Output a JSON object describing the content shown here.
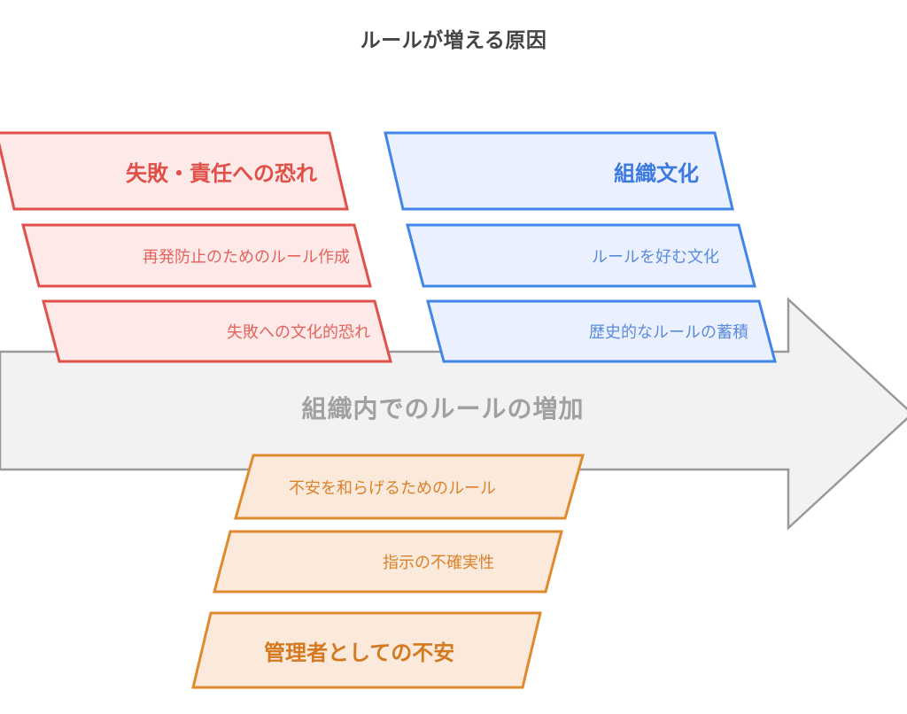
{
  "title": "ルールが増える原因",
  "arrow": {
    "label": "組織内でのルールの増加",
    "fill": "#f2f2f2",
    "stroke": "#999999"
  },
  "groups": [
    {
      "name": "fear",
      "accent": "#e0514b",
      "fill": "#fde9e7",
      "items": [
        {
          "label": "失敗・責任への恐れ",
          "emphasis": "head"
        },
        {
          "label": "再発防止のためのルール作成",
          "emphasis": "sub"
        },
        {
          "label": "失敗への文化的恐れ",
          "emphasis": "sub"
        }
      ]
    },
    {
      "name": "culture",
      "accent": "#4285e8",
      "fill": "#eaf0fd",
      "items": [
        {
          "label": "組織文化",
          "emphasis": "head"
        },
        {
          "label": "ルールを好む文化",
          "emphasis": "sub"
        },
        {
          "label": "歴史的なルールの蓄積",
          "emphasis": "sub"
        }
      ]
    },
    {
      "name": "anxiety",
      "accent": "#e08a30",
      "fill": "#fbeadb",
      "items": [
        {
          "label": "不安を和らげるためのルール",
          "emphasis": "sub"
        },
        {
          "label": "指示の不確実性",
          "emphasis": "sub"
        },
        {
          "label": "管理者としての不安",
          "emphasis": "head"
        }
      ]
    }
  ]
}
